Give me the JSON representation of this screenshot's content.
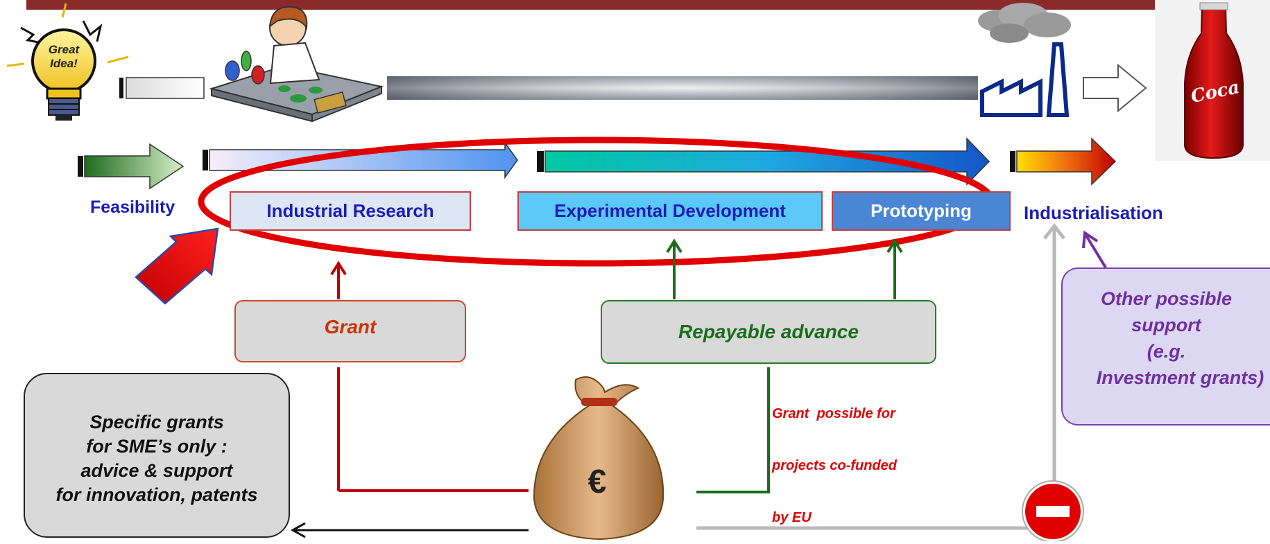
{
  "stages": {
    "feasibility": "Feasibility",
    "industrial_research": "Industrial Research",
    "experimental_development": "Experimental Development",
    "prototyping": "Prototyping",
    "industrialisation": "Industrialisation"
  },
  "funding": {
    "grant": "Grant",
    "repayable_advance": "Repayable advance",
    "grant_possible_note": [
      "Grant  possible for",
      "projects co-funded",
      "by EU"
    ],
    "sme_grants": [
      "Specific grants",
      "for SME’s only :",
      "advice & support",
      "for innovation, patents"
    ],
    "other_support": [
      "Other possible",
      "support",
      "(e.g.",
      "Investment grants)"
    ]
  },
  "images": {
    "idea_bulb_text": [
      "Great",
      "Idea!"
    ],
    "money_bag_symbol": "€",
    "bottle_brand": "Coca"
  },
  "colors": {
    "dark_red_bar": "#8b2a2a",
    "stage_blue_text": "#1c1cb8",
    "grant_red": "#cc3300",
    "advance_green": "#1a6e1a",
    "note_red": "#e00000",
    "purple": "#7030a0",
    "ellipse_red": "#e00000"
  }
}
